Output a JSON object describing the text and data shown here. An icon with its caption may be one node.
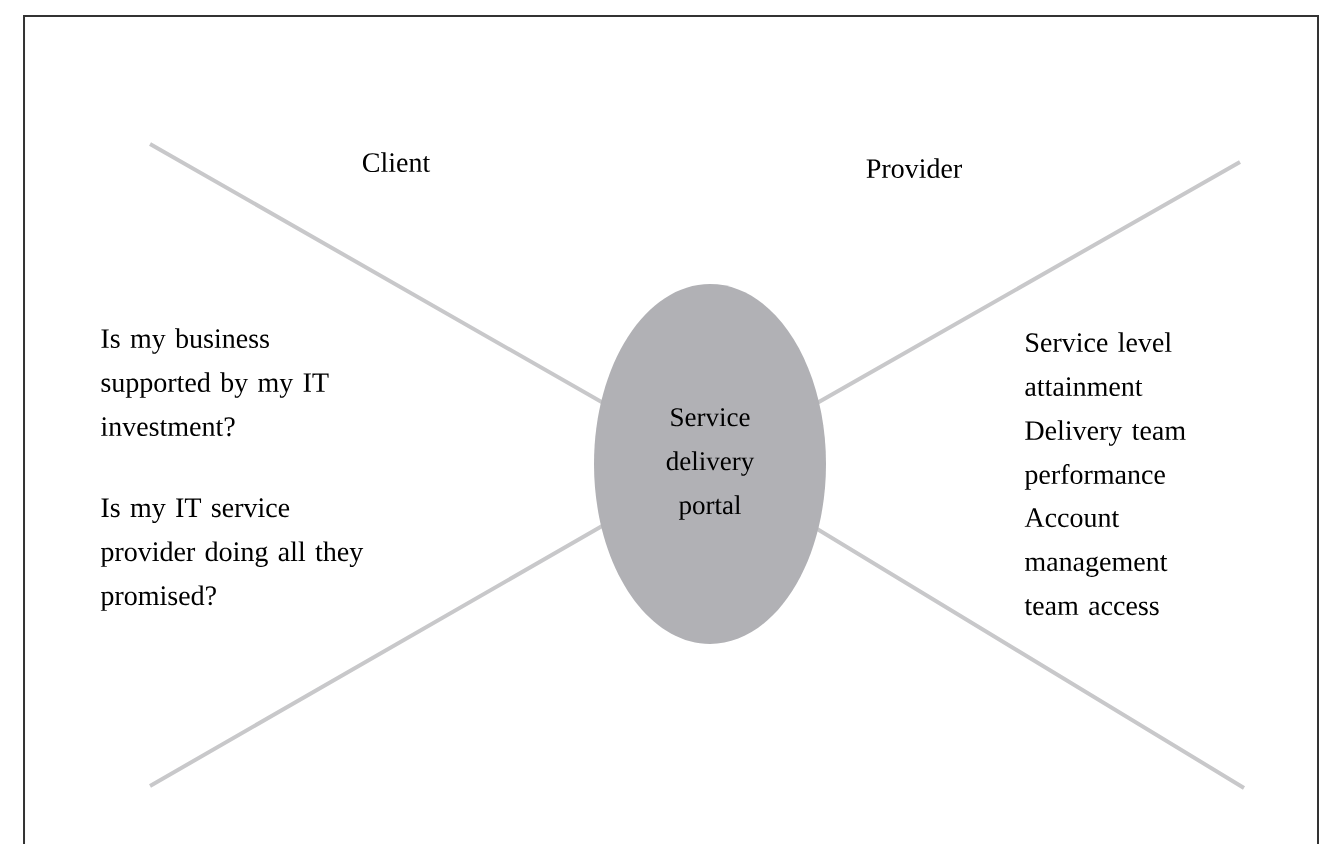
{
  "diagram": {
    "nodes": [
      {
        "text": [
          "Service delivery portal"
        ]
      }
    ],
    "labels": [
      "Client",
      "Provider",
      "Is my business supported by my IT investment?",
      "Is my IT service provider doing all they promised?",
      "Service level attainment",
      "Delivery team performance",
      "Account management team access"
    ]
  }
}
